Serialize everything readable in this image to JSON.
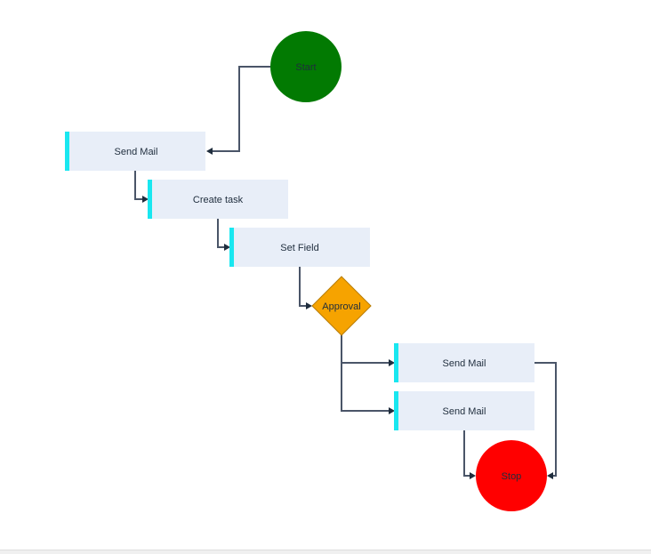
{
  "workflow": {
    "nodes": [
      {
        "id": "start",
        "kind": "start",
        "label": "Start",
        "color": "#027A02"
      },
      {
        "id": "send-mail-1",
        "kind": "action",
        "label": "Send Mail",
        "color": "#E8EEF8",
        "accent": "#19E7F0"
      },
      {
        "id": "create-task",
        "kind": "action",
        "label": "Create task",
        "color": "#E8EEF8",
        "accent": "#19E7F0"
      },
      {
        "id": "set-field",
        "kind": "action",
        "label": "Set Field",
        "color": "#E8EEF8",
        "accent": "#19E7F0"
      },
      {
        "id": "approval",
        "kind": "decision",
        "label": "Approval",
        "color": "#F6A300"
      },
      {
        "id": "send-mail-2",
        "kind": "action",
        "label": "Send Mail",
        "color": "#E8EEF8",
        "accent": "#19E7F0"
      },
      {
        "id": "send-mail-3",
        "kind": "action",
        "label": "Send Mail",
        "color": "#E8EEF8",
        "accent": "#19E7F0"
      },
      {
        "id": "stop",
        "kind": "stop",
        "label": "Stop",
        "color": "#FF0000"
      }
    ],
    "edges": [
      {
        "from": "start",
        "to": "send-mail-1"
      },
      {
        "from": "send-mail-1",
        "to": "create-task"
      },
      {
        "from": "create-task",
        "to": "set-field"
      },
      {
        "from": "set-field",
        "to": "approval"
      },
      {
        "from": "approval",
        "to": "send-mail-2"
      },
      {
        "from": "approval",
        "to": "send-mail-3"
      },
      {
        "from": "send-mail-2",
        "to": "stop"
      },
      {
        "from": "send-mail-3",
        "to": "stop"
      }
    ]
  }
}
